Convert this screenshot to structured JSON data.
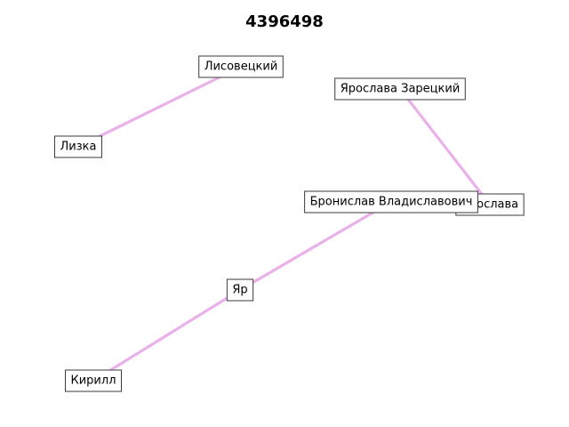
{
  "title": "4396498",
  "colors": {
    "edge": "#eab0ea",
    "node_border": "#3a3a3a",
    "node_fill": "#ffffff",
    "background": "#ffffff"
  },
  "nodes": [
    {
      "id": "lisovetsky",
      "label": "Лисовецкий"
    },
    {
      "id": "lizka",
      "label": "Лизка"
    },
    {
      "id": "yaroslava_zaretsky",
      "label": "Ярослава Зарецкий"
    },
    {
      "id": "yaroslava",
      "label": "Ярослава"
    },
    {
      "id": "bronislav",
      "label": "Бронислав Владиславович"
    },
    {
      "id": "yar",
      "label": "Яр"
    },
    {
      "id": "kirill",
      "label": "Кирилл"
    }
  ],
  "edges": [
    {
      "source": "lizka",
      "target": "lisovetsky"
    },
    {
      "source": "yaroslava_zaretsky",
      "target": "yaroslava"
    },
    {
      "source": "bronislav",
      "target": "yar"
    },
    {
      "source": "yar",
      "target": "kirill"
    }
  ]
}
